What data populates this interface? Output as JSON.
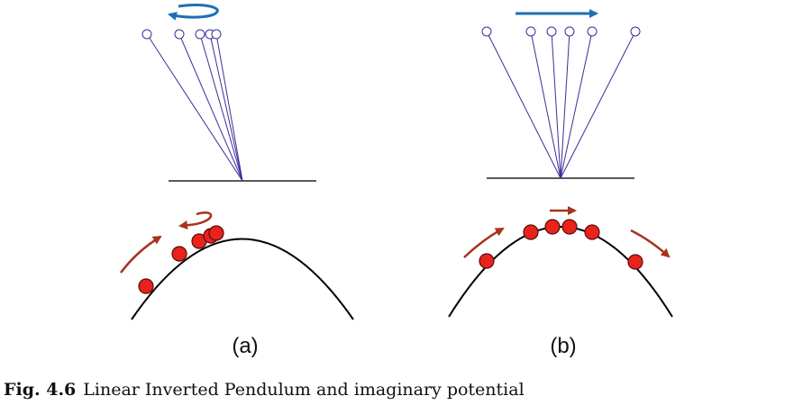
{
  "panels": [
    {
      "label": "(a)"
    },
    {
      "label": "(b)"
    }
  ],
  "caption": {
    "number": "Fig. 4.6",
    "text": "Linear Inverted Pendulum and imaginary potential"
  },
  "colors": {
    "pendulum_line": "#3b2e9a",
    "pendulum_bob": "#3b2e9a",
    "blue_arrow": "#1f6fb5",
    "red_arrow": "#a8321e",
    "ball_fill": "#e8231c",
    "ball_stroke": "#5a0a0a",
    "ground": "#222222",
    "curve": "#000000"
  }
}
